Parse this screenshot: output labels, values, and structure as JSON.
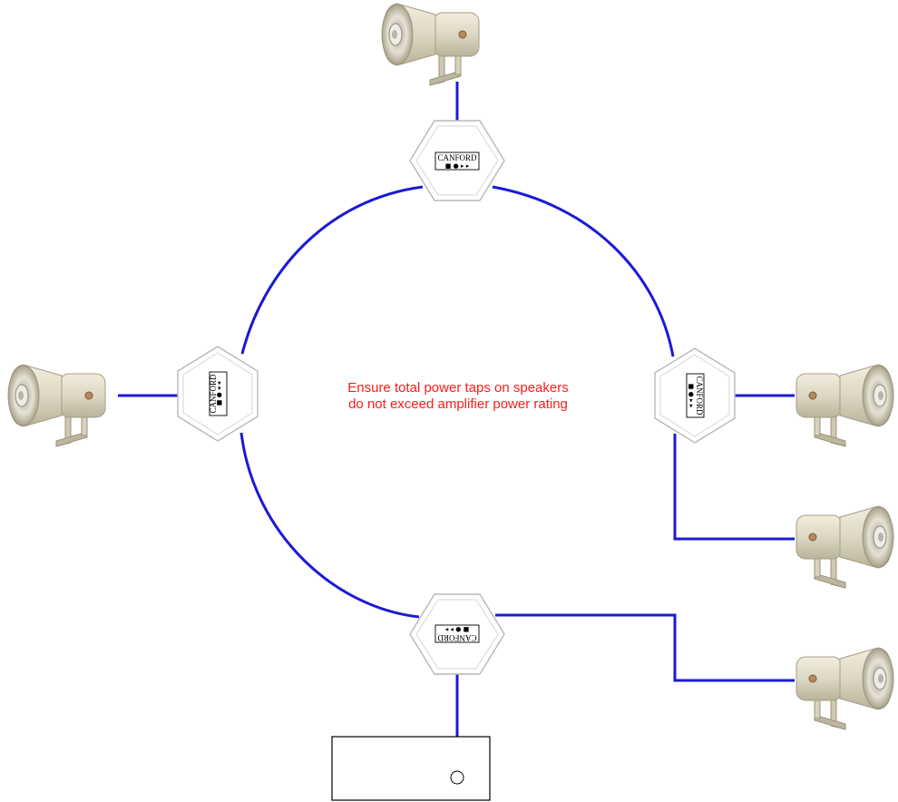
{
  "note": {
    "line1": "Ensure total power taps on speakers",
    "line2": "do not exceed amplifier power rating"
  },
  "junction_boxes": [
    {
      "id": "top",
      "brand": "CANFORD",
      "symbols": "■ ● ▸ ▸"
    },
    {
      "id": "left",
      "brand": "CANFORD",
      "symbols": "▸ ▸ ● ■"
    },
    {
      "id": "right",
      "brand": "CANFORD",
      "symbols": "■ ● ▸ ▸"
    },
    {
      "id": "bottom",
      "brand": "CANFORD",
      "symbols": "■ ● ▸ ▸"
    }
  ],
  "colors": {
    "wire": "#1a1ad6",
    "note": "#ff1a1a",
    "speaker_body": "#e4dfcc"
  },
  "icons": [
    "horn-speaker-icon",
    "junction-box-icon",
    "amplifier-icon"
  ]
}
